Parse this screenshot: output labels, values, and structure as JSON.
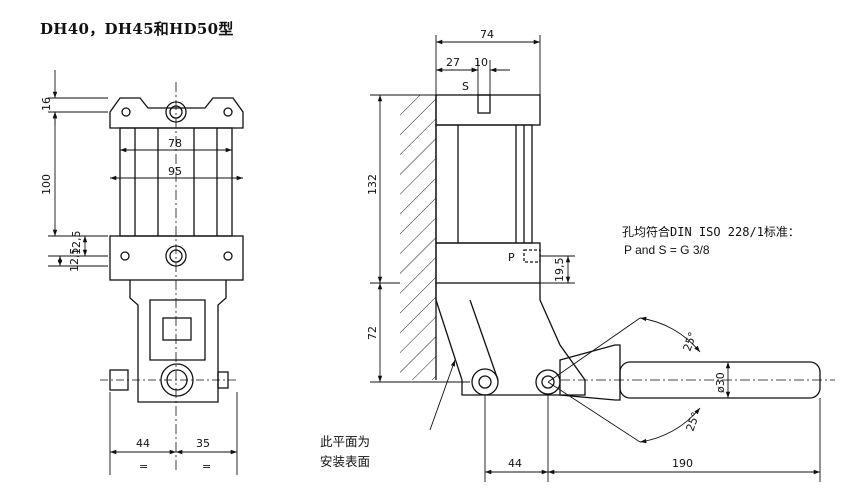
{
  "title": "DH40，DH45和HD50型",
  "front_view": {
    "dims": {
      "d16": "16",
      "d100": "100",
      "d12_5a": "12,5",
      "d12_5b": "12,5",
      "d78": "78",
      "d95": "95",
      "d44": "44",
      "d35": "35",
      "eq_left": "=",
      "eq_right": "="
    }
  },
  "side_view": {
    "dims": {
      "d74": "74",
      "d27": "27",
      "d10": "10",
      "d132": "132",
      "d72": "72",
      "d19_5": "19,5",
      "d25a": "25°",
      "d25b": "25°",
      "d30": "ø30",
      "d44": "44",
      "d190": "190"
    },
    "port_labels": {
      "s": "S",
      "p": "P"
    }
  },
  "notes": {
    "port_standard": "孔均符合DIN ISO 228/1标准：",
    "port_thread": "P and S = G 3/8",
    "mount_line1": "此平面为",
    "mount_line2": "安装表面"
  }
}
